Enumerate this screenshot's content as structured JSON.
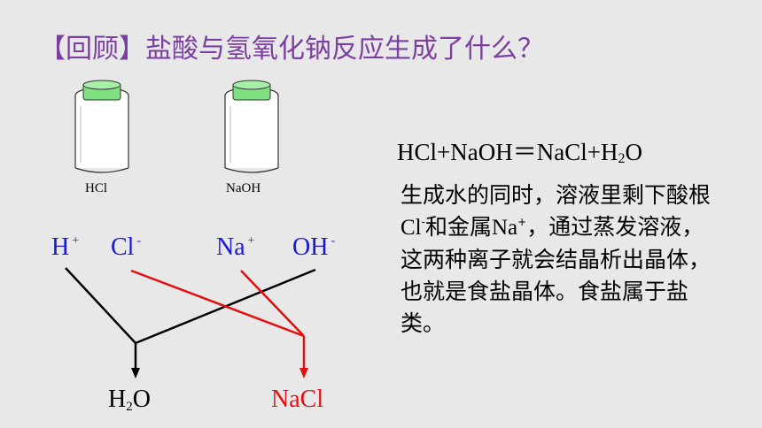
{
  "title": "【回顾】盐酸与氢氧化钠反应生成了什么？",
  "bottles": [
    {
      "label": "HCl",
      "cap_color": "#7fe07f"
    },
    {
      "label": "NaOH",
      "cap_color": "#7fe07f"
    }
  ],
  "equation": {
    "lhs": "HCl+NaOH",
    "sign": "＝",
    "rhs_a": "NaCl+H",
    "rhs_sub": "2",
    "rhs_b": "O"
  },
  "explanation": {
    "part1": "生成水的同时，溶液里剩下酸根",
    "cl": "Cl",
    "cl_charge": "-",
    "part2": "和金属",
    "na": "Na",
    "na_charge": "+",
    "part3": "，通过蒸发溶液，这两种离子就会结晶析出晶体，也就是食盐晶体。食盐属于盐类。"
  },
  "ions": {
    "h": {
      "symbol": "H",
      "charge": "+"
    },
    "cl": {
      "symbol": "Cl",
      "charge": "-"
    },
    "na": {
      "symbol": "Na",
      "charge": "+"
    },
    "oh": {
      "symbol": "OH",
      "charge": "-"
    }
  },
  "products": {
    "water": {
      "a": "H",
      "sub": "2",
      "b": "O",
      "color": "#000000"
    },
    "salt": {
      "text": "NaCl",
      "color": "#e01010"
    }
  },
  "colors": {
    "title": "#7b3fa0",
    "ion": "#1a1ad6",
    "red_path": "#e01010",
    "black_path": "#000000",
    "background": "#e8e8e8"
  }
}
